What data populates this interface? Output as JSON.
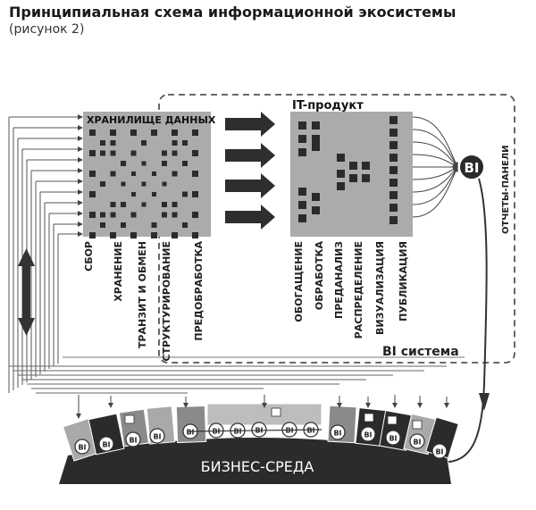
{
  "header": {
    "title": "Принципиальная схема информационной экосистемы",
    "subtitle": "(рисунок 2)"
  },
  "diagram": {
    "storage_title": "ХРАНИЛИЩЕ ДАННЫХ",
    "it_product_title": "IT-продукт",
    "bi_system_label": "BI система",
    "reports_label": "ОТЧЕТЫ-ПАНЕЛИ",
    "bi_hub_label": "BI",
    "business_env_label": "БИЗНЕС-СРЕДА",
    "storage_stages": [
      "СБОР",
      "ХРАНЕНИЕ",
      "ТРАНЗИТ И ОБМЕН",
      "СТРУКТУРИРОВАНИЕ",
      "ПРЕДОБРАБОТКА"
    ],
    "product_stages": [
      "ОБОГАЩЕНИЕ",
      "ОБРАБОТКА",
      "ПРЕДАНАЛИЗ",
      "РАСПРЕДЕЛЕНИЕ",
      "ВИЗУАЛИЗАЦИЯ",
      "ПУБЛИКАЦИЯ"
    ],
    "bi_node_label": "BI"
  },
  "colors": {
    "dark": "#2b2b2b",
    "mid_gray": "#8a8a8a",
    "light_gray": "#b4b4b4",
    "panel_gray": "#a9a9a9",
    "line": "#555555"
  }
}
